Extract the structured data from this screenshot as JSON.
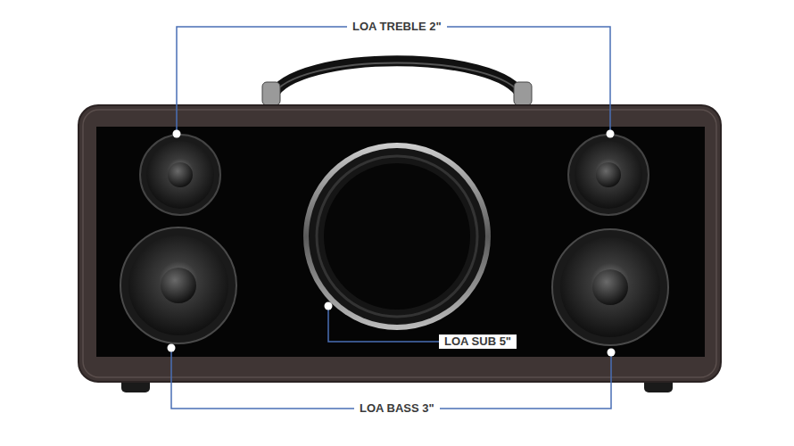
{
  "diagram": {
    "labels": [
      "LOA TREBLE 2\"",
      "LOA SUB 5\"",
      "LOA BASS 3\""
    ]
  }
}
